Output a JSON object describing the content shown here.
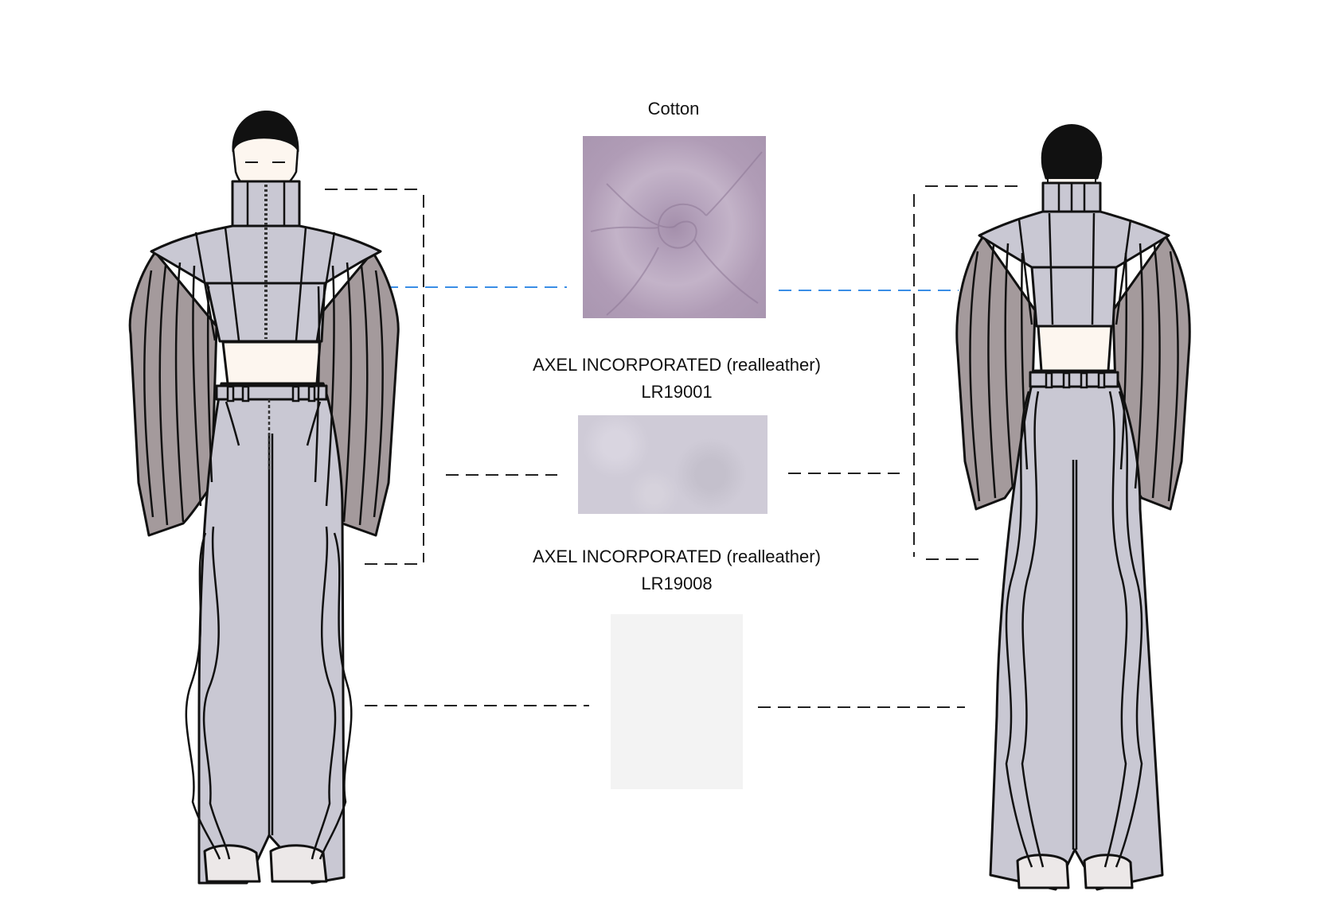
{
  "materials": [
    {
      "name": "Cotton",
      "code": "",
      "swatch_color": "#b5a3bb"
    },
    {
      "name": "AXEL INCORPORATED (realleather)",
      "code": "LR19001",
      "swatch_color": "#cfcbd7"
    },
    {
      "name": "AXEL INCORPORATED (realleather)",
      "code": "LR19008",
      "swatch_color": "#f3f3f3"
    }
  ],
  "colors": {
    "garment": "#c9c8d3",
    "sleeve": "#a49a9c",
    "skin": "#fdf6ef",
    "outline": "#111111",
    "leader_blue": "#3a8ee6",
    "leader_black": "#222222"
  }
}
